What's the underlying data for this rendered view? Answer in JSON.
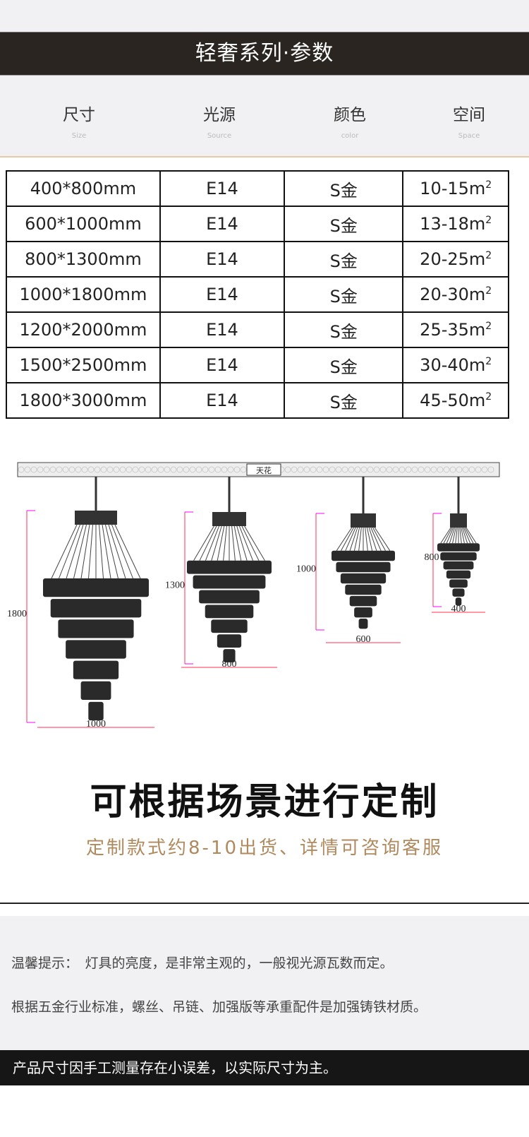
{
  "title": "轻奢系列·参数",
  "columns": [
    {
      "cn": "尺寸",
      "en": "Size"
    },
    {
      "cn": "光源",
      "en": "Source"
    },
    {
      "cn": "颜色",
      "en": "color"
    },
    {
      "cn": "空间",
      "en": "Space"
    }
  ],
  "rows": [
    [
      "400*800mm",
      "E14",
      "S金",
      "10-15m",
      "2"
    ],
    [
      "600*1000mm",
      "E14",
      "S金",
      "13-18m",
      "2"
    ],
    [
      "800*1300mm",
      "E14",
      "S金",
      "20-25m",
      "2"
    ],
    [
      "1000*1800mm",
      "E14",
      "S金",
      "20-30m",
      "2"
    ],
    [
      "1200*2000mm",
      "E14",
      "S金",
      "25-35m",
      "2"
    ],
    [
      "1500*2500mm",
      "E14",
      "S金",
      "30-40m",
      "2"
    ],
    [
      "1800*3000mm",
      "E14",
      "S金",
      "45-50m",
      "2"
    ]
  ],
  "diagram": {
    "ceiling_label": "天花",
    "items": [
      {
        "height": "1800",
        "width": "1000"
      },
      {
        "height": "1300",
        "width": "800"
      },
      {
        "height": "1000",
        "width": "600"
      },
      {
        "height": "800",
        "width": "400"
      }
    ]
  },
  "headline": "可根据场景进行定制",
  "subline": "定制款式约8-10出货、详情可咨询客服",
  "tips": [
    "温馨提示：　灯具的亮度，是非常主观的，一般视光源瓦数而定。",
    "根据五金行业标准，螺丝、吊链、加强版等承重配件是加强铸铁材质。"
  ],
  "footer": "产品尺寸因手工测量存在小误差，以实际尺寸为主。",
  "colors": {
    "dark": "#2a2520",
    "accent": "#b08a5e",
    "dim": "#ff3355"
  }
}
